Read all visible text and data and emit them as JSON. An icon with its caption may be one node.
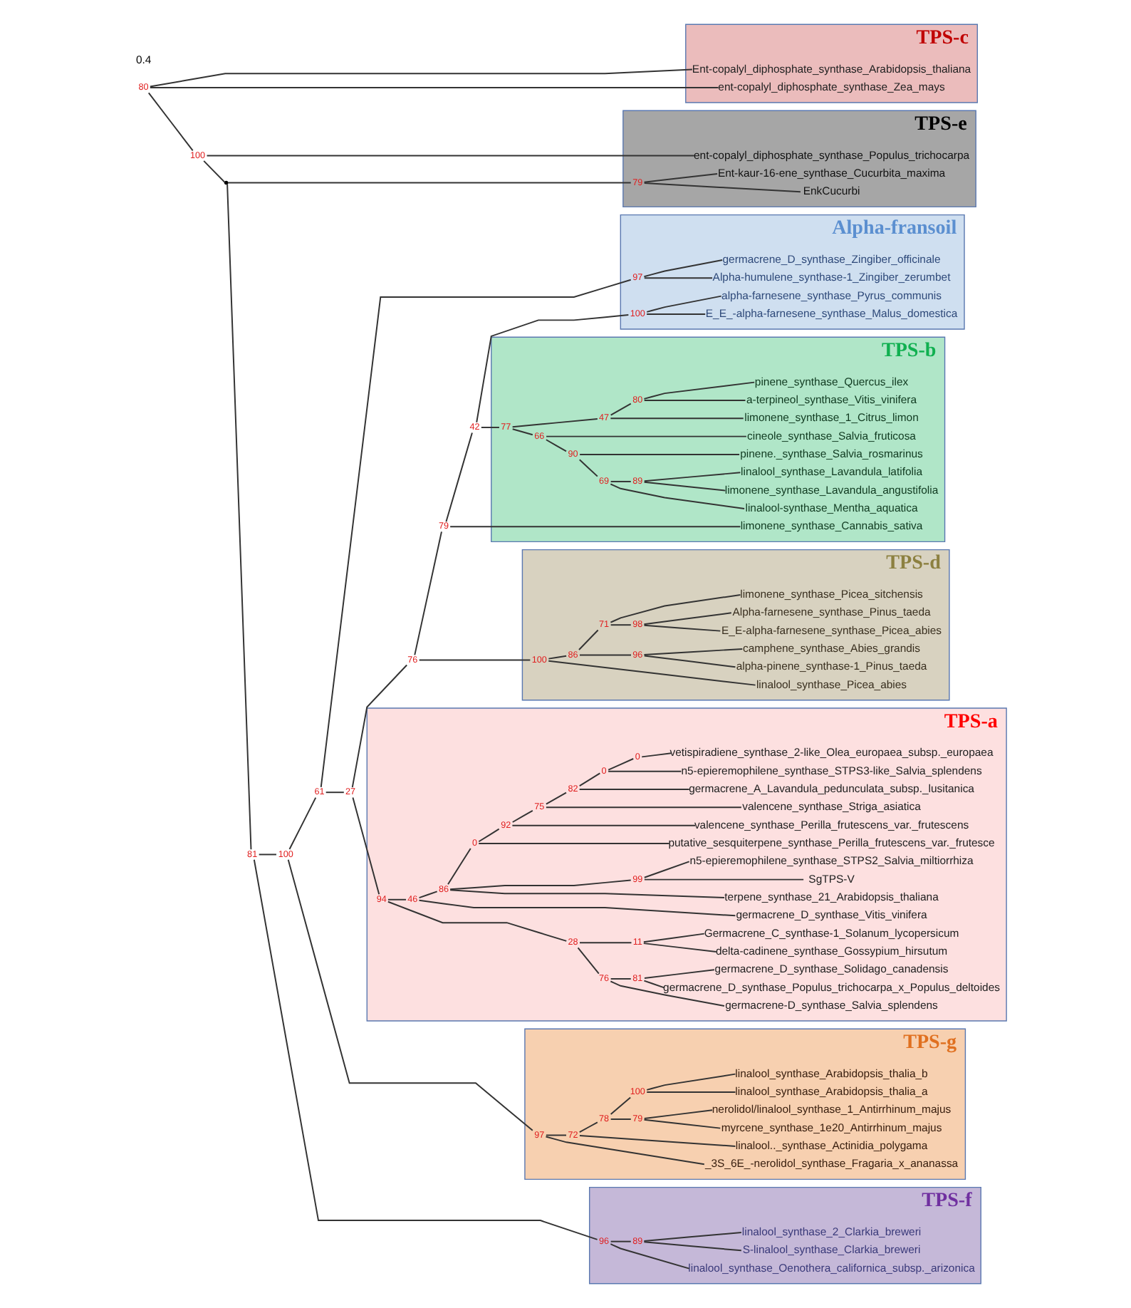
{
  "diagram": {
    "nodes": [
      {
        "text": [
          "TPS-c"
        ]
      },
      {
        "text": [
          "Ent-copalyl_diphosphate_synthase_Arabidopsis_thaliana"
        ],
        "in": 0
      },
      {
        "text": [
          "ent-copalyl_diphosphate_synthase_Zea_mays"
        ],
        "in": 0
      },
      {
        "text": [
          "TPS-e"
        ]
      },
      {
        "text": [
          "ent-copalyl_diphosphate_synthase_Populus_trichocarpa"
        ],
        "in": 3
      },
      {
        "text": [
          "EnkCucurbi"
        ],
        "in": 3
      },
      {
        "text": [
          "Ent-kaur-16-ene_synthase_Cucurbita_maxima"
        ],
        "in": 3
      },
      {
        "text": [
          "TPS-f"
        ]
      },
      {
        "text": [
          "linalool_synthase_Oenothera_californica_subsp._arizonica"
        ],
        "in": 7
      },
      {
        "text": [
          "S-linalool_synthase_Clarkia_breweri"
        ],
        "in": 7
      },
      {
        "text": [
          "linalool_synthase_2_Clarkia_breweri"
        ],
        "in": 7
      },
      {
        "text": [
          "TPS-g"
        ]
      },
      {
        "text": [
          "_3S_6E_-nerolidol_synthase_Fragaria_x_ananassa"
        ],
        "in": 11
      },
      {
        "text": [
          "linalool.._synthase_Actinidia_polygama"
        ],
        "in": 11
      },
      {
        "text": [
          "myrcene_synthase_1e20_Antirrhinum_majus"
        ],
        "in": 11
      },
      {
        "text": [
          "nerolidol/linalool_synthase_1_Antirrhinum_majus"
        ],
        "in": 11
      },
      {
        "text": [
          "linalool_synthase_Arabidopsis_thalia_a"
        ],
        "in": 11
      },
      {
        "text": [
          "linalool_synthase_Arabidopsis_thalia_b"
        ],
        "in": 11
      },
      {
        "text": [
          "Alpha-fransoil"
        ]
      },
      {
        "text": [
          "Alpha-humulene_synthase-1_Zingiber_zerumbet"
        ],
        "in": 18
      },
      {
        "text": [
          "germacrene_D_synthase_Zingiber_officinale"
        ],
        "in": 18
      },
      {
        "text": [
          "E_E_-alpha-farnesene_synthase_Malus_domestica"
        ],
        "in": 18
      },
      {
        "text": [
          "alpha-farnesene_synthase_Pyrus_communis"
        ],
        "in": 18
      },
      {
        "text": [
          "TPS-b"
        ]
      },
      {
        "text": [
          "cineole_synthase_Salvia_fruticosa"
        ],
        "in": 23
      },
      {
        "text": [
          "pinene._synthase_Salvia_rosmarinus"
        ],
        "in": 23
      },
      {
        "text": [
          "linalool-synthase_Mentha_aquatica"
        ],
        "in": 23
      },
      {
        "text": [
          "limonene_synthase_Lavandula_angustifolia"
        ],
        "in": 23
      },
      {
        "text": [
          "linalool_synthase_Lavandula_latifolia"
        ],
        "in": 23
      },
      {
        "text": [
          "limonene_synthase_1_Citrus_limon"
        ],
        "in": 23
      },
      {
        "text": [
          "a-terpineol_synthase_Vitis_vinifera"
        ],
        "in": 23
      },
      {
        "text": [
          "pinene_synthase_Quercus_ilex"
        ],
        "in": 23
      },
      {
        "text": [
          "limonene_synthase_Cannabis_sativa"
        ],
        "in": 23
      },
      {
        "text": [
          "TPS-d"
        ]
      },
      {
        "text": [
          "linalool_synthase_Picea_abies"
        ],
        "in": 33
      },
      {
        "text": [
          "E_E-alpha-farnesene_synthase_Picea_abies"
        ],
        "in": 33
      },
      {
        "text": [
          "Alpha-farnesene_synthase_Pinus_taeda"
        ],
        "in": 33
      },
      {
        "text": [
          "limonene_synthase_Picea_sitchensis"
        ],
        "in": 33
      },
      {
        "text": [
          "alpha-pinene_synthase-1_Pinus_taeda"
        ],
        "in": 33
      },
      {
        "text": [
          "camphene_synthase_Abies_grandis"
        ],
        "in": 33
      },
      {
        "text": [
          "TPS-a"
        ]
      },
      {
        "text": [
          "germacrene-D_synthase_Salvia_splendens"
        ],
        "in": 40
      },
      {
        "text": [
          "germacrene_D_synthase_Populus_trichocarpa_x_Populus_deltoides"
        ],
        "in": 40
      },
      {
        "text": [
          "germacrene_D_synthase_Solidago_canadensis"
        ],
        "in": 40
      },
      {
        "text": [
          "delta-cadinene_synthase_Gossypium_hirsutum"
        ],
        "in": 40
      },
      {
        "text": [
          "Germacrene_C_synthase-1_Solanum_lycopersicum"
        ],
        "in": 40
      },
      {
        "text": [
          "germacrene_D_synthase_Vitis_vinifera"
        ],
        "in": 40
      },
      {
        "text": [
          "terpene_synthase_21_Arabidopsis_thaliana"
        ],
        "in": 40
      },
      {
        "text": [
          "SgTPS-V"
        ],
        "in": 40
      },
      {
        "text": [
          "n5-epieremophilene_synthase_STPS2_Salvia_miltiorrhiza"
        ],
        "in": 40
      },
      {
        "text": [
          "putative_sesquiterpene_synthase_Perilla_frutescens_var._frutesce"
        ],
        "in": 40
      },
      {
        "text": [
          "valencene_synthase_Perilla_frutescens_var._frutescens"
        ],
        "in": 40
      },
      {
        "text": [
          "valencene_synthase_Striga_asiatica"
        ],
        "in": 40
      },
      {
        "text": [
          "germacrene_A_Lavandula_pedunculata_subsp._lusitanica"
        ],
        "in": 40
      },
      {
        "text": [
          "n5-epieremophilene_synthase_STPS3-like_Salvia_splendens"
        ],
        "in": 40
      },
      {
        "text": [
          "vetispiradiene_synthase_2-like_Olea_europaea_subsp._europaea"
        ],
        "in": 40
      },
      {
        "text": [],
        "shape": "point",
        "beside": [
          "80"
        ]
      },
      {
        "text": [],
        "shape": "point",
        "beside": [
          "100"
        ]
      },
      {
        "text": [],
        "shape": "point"
      },
      {
        "text": [],
        "shape": "point",
        "beside": [
          "79"
        ],
        "in": 3
      },
      {
        "text": [],
        "shape": "point",
        "beside": [
          "81"
        ]
      },
      {
        "text": [],
        "shape": "point",
        "beside": [
          "96"
        ],
        "in": 7
      },
      {
        "text": [],
        "shape": "point",
        "beside": [
          "89"
        ],
        "in": 7
      },
      {
        "text": [],
        "shape": "point",
        "beside": [
          "100"
        ]
      },
      {
        "text": [],
        "shape": "point",
        "beside": [
          "97"
        ],
        "in": 11
      },
      {
        "text": [],
        "shape": "point",
        "beside": [
          "72"
        ],
        "in": 11
      },
      {
        "text": [],
        "shape": "point",
        "beside": [
          "78"
        ],
        "in": 11
      },
      {
        "text": [],
        "shape": "point",
        "beside": [
          "79"
        ],
        "in": 11
      },
      {
        "text": [],
        "shape": "point",
        "beside": [
          "100"
        ],
        "in": 11
      },
      {
        "text": [],
        "shape": "point",
        "beside": [
          "61"
        ]
      },
      {
        "text": [],
        "shape": "point",
        "beside": [
          "97"
        ],
        "in": 18
      },
      {
        "text": [],
        "shape": "point",
        "beside": [
          "27"
        ]
      },
      {
        "text": [],
        "shape": "point",
        "beside": [
          "76"
        ]
      },
      {
        "text": [],
        "shape": "point",
        "beside": [
          "79"
        ]
      },
      {
        "text": [],
        "shape": "point",
        "beside": [
          "42"
        ]
      },
      {
        "text": [],
        "shape": "point",
        "beside": [
          "100"
        ],
        "in": 18
      },
      {
        "text": [],
        "shape": "point",
        "beside": [
          "77"
        ],
        "in": 23
      },
      {
        "text": [],
        "shape": "point",
        "beside": [
          "66"
        ],
        "in": 23
      },
      {
        "text": [],
        "shape": "point",
        "beside": [
          "90"
        ],
        "in": 23
      },
      {
        "text": [],
        "shape": "point",
        "beside": [
          "69"
        ],
        "in": 23
      },
      {
        "text": [],
        "shape": "point",
        "beside": [
          "89"
        ],
        "in": 23
      },
      {
        "text": [],
        "shape": "point",
        "beside": [
          "47"
        ],
        "in": 23
      },
      {
        "text": [],
        "shape": "point",
        "beside": [
          "80"
        ],
        "in": 23
      },
      {
        "text": [],
        "shape": "point",
        "beside": [
          "100"
        ],
        "in": 33
      },
      {
        "text": [],
        "shape": "point",
        "beside": [
          "86"
        ],
        "in": 33
      },
      {
        "text": [],
        "shape": "point",
        "beside": [
          "71"
        ],
        "in": 33
      },
      {
        "text": [],
        "shape": "point",
        "beside": [
          "98"
        ],
        "in": 33
      },
      {
        "text": [],
        "shape": "point",
        "beside": [
          "96"
        ],
        "in": 33
      },
      {
        "text": [],
        "shape": "point",
        "beside": [
          "94"
        ],
        "in": 40
      },
      {
        "text": [],
        "shape": "point",
        "beside": [
          "28"
        ],
        "in": 40
      },
      {
        "text": [],
        "shape": "point",
        "beside": [
          "76"
        ],
        "in": 40
      },
      {
        "text": [],
        "shape": "point",
        "beside": [
          "81"
        ],
        "in": 40
      },
      {
        "text": [],
        "shape": "point",
        "beside": [
          "11"
        ],
        "in": 40
      },
      {
        "text": [],
        "shape": "point",
        "beside": [
          "46"
        ],
        "in": 40
      },
      {
        "text": [],
        "shape": "point",
        "beside": [
          "86"
        ],
        "in": 40
      },
      {
        "text": [],
        "shape": "point",
        "beside": [
          "99"
        ],
        "in": 40
      },
      {
        "text": [],
        "shape": "point",
        "beside": [
          "0"
        ],
        "in": 40
      },
      {
        "text": [],
        "shape": "point",
        "beside": [
          "92"
        ],
        "in": 40
      },
      {
        "text": [],
        "shape": "point",
        "beside": [
          "75"
        ],
        "in": 40
      },
      {
        "text": [],
        "shape": "point",
        "beside": [
          "82"
        ],
        "in": 40
      },
      {
        "text": [],
        "shape": "point",
        "beside": [
          "0"
        ],
        "in": 40
      },
      {
        "text": [],
        "shape": "point",
        "beside": [
          "0"
        ],
        "in": 40
      }
    ],
    "edges": [
      {
        "from": 56,
        "to": 1,
        "arrow": "none"
      },
      {
        "from": 56,
        "to": 2,
        "arrow": "none"
      },
      {
        "from": 56,
        "to": 57,
        "arrow": "none"
      },
      {
        "from": 57,
        "to": 4,
        "arrow": "none"
      },
      {
        "from": 57,
        "to": 58,
        "arrow": "none"
      },
      {
        "from": 58,
        "to": 59,
        "arrow": "none"
      },
      {
        "from": 58,
        "to": 60,
        "arrow": "none"
      },
      {
        "from": 59,
        "to": 5,
        "arrow": "none"
      },
      {
        "from": 59,
        "to": 6,
        "arrow": "none"
      },
      {
        "from": 60,
        "to": 61,
        "arrow": "none"
      },
      {
        "from": 60,
        "to": 63,
        "arrow": "none"
      },
      {
        "from": 61,
        "to": 8,
        "arrow": "none"
      },
      {
        "from": 61,
        "to": 62,
        "arrow": "none"
      },
      {
        "from": 62,
        "to": 9,
        "arrow": "none"
      },
      {
        "from": 62,
        "to": 10,
        "arrow": "none"
      },
      {
        "from": 63,
        "to": 64,
        "arrow": "none"
      },
      {
        "from": 63,
        "to": 69,
        "arrow": "none"
      },
      {
        "from": 64,
        "to": 12,
        "arrow": "none"
      },
      {
        "from": 64,
        "to": 65,
        "arrow": "none"
      },
      {
        "from": 65,
        "to": 13,
        "arrow": "none"
      },
      {
        "from": 65,
        "to": 66,
        "arrow": "none"
      },
      {
        "from": 66,
        "to": 67,
        "arrow": "none"
      },
      {
        "from": 66,
        "to": 68,
        "arrow": "none"
      },
      {
        "from": 67,
        "to": 14,
        "arrow": "none"
      },
      {
        "from": 67,
        "to": 15,
        "arrow": "none"
      },
      {
        "from": 68,
        "to": 16,
        "arrow": "none"
      },
      {
        "from": 68,
        "to": 17,
        "arrow": "none"
      },
      {
        "from": 69,
        "to": 70,
        "arrow": "none"
      },
      {
        "from": 69,
        "to": 71,
        "arrow": "none"
      },
      {
        "from": 70,
        "to": 19,
        "arrow": "none"
      },
      {
        "from": 70,
        "to": 20,
        "arrow": "none"
      },
      {
        "from": 71,
        "to": 72,
        "arrow": "none"
      },
      {
        "from": 71,
        "to": 88,
        "arrow": "none"
      },
      {
        "from": 72,
        "to": 73,
        "arrow": "none"
      },
      {
        "from": 72,
        "to": 83,
        "arrow": "none"
      },
      {
        "from": 73,
        "to": 74,
        "arrow": "none"
      },
      {
        "from": 73,
        "to": 32,
        "arrow": "none"
      },
      {
        "from": 74,
        "to": 75,
        "arrow": "none"
      },
      {
        "from": 74,
        "to": 76,
        "arrow": "none"
      },
      {
        "from": 75,
        "to": 21,
        "arrow": "none"
      },
      {
        "from": 75,
        "to": 22,
        "arrow": "none"
      },
      {
        "from": 76,
        "to": 77,
        "arrow": "none"
      },
      {
        "from": 76,
        "to": 81,
        "arrow": "none"
      },
      {
        "from": 77,
        "to": 24,
        "arrow": "none"
      },
      {
        "from": 77,
        "to": 78,
        "arrow": "none"
      },
      {
        "from": 78,
        "to": 25,
        "arrow": "none"
      },
      {
        "from": 78,
        "to": 79,
        "arrow": "none"
      },
      {
        "from": 79,
        "to": 26,
        "arrow": "none"
      },
      {
        "from": 79,
        "to": 80,
        "arrow": "none"
      },
      {
        "from": 80,
        "to": 27,
        "arrow": "none"
      },
      {
        "from": 80,
        "to": 28,
        "arrow": "none"
      },
      {
        "from": 81,
        "to": 29,
        "arrow": "none"
      },
      {
        "from": 81,
        "to": 82,
        "arrow": "none"
      },
      {
        "from": 82,
        "to": 30,
        "arrow": "none"
      },
      {
        "from": 82,
        "to": 31,
        "arrow": "none"
      },
      {
        "from": 83,
        "to": 34,
        "arrow": "none"
      },
      {
        "from": 83,
        "to": 84,
        "arrow": "none"
      },
      {
        "from": 84,
        "to": 85,
        "arrow": "none"
      },
      {
        "from": 84,
        "to": 87,
        "arrow": "none"
      },
      {
        "from": 85,
        "to": 86,
        "arrow": "none"
      },
      {
        "from": 85,
        "to": 37,
        "arrow": "none"
      },
      {
        "from": 86,
        "to": 35,
        "arrow": "none"
      },
      {
        "from": 86,
        "to": 36,
        "arrow": "none"
      },
      {
        "from": 87,
        "to": 38,
        "arrow": "none"
      },
      {
        "from": 87,
        "to": 39,
        "arrow": "none"
      },
      {
        "from": 88,
        "to": 89,
        "arrow": "none"
      },
      {
        "from": 88,
        "to": 93,
        "arrow": "none"
      },
      {
        "from": 89,
        "to": 90,
        "arrow": "none"
      },
      {
        "from": 89,
        "to": 92,
        "arrow": "none"
      },
      {
        "from": 90,
        "to": 41,
        "arrow": "none"
      },
      {
        "from": 90,
        "to": 91,
        "arrow": "none"
      },
      {
        "from": 91,
        "to": 42,
        "arrow": "none"
      },
      {
        "from": 91,
        "to": 43,
        "arrow": "none"
      },
      {
        "from": 92,
        "to": 44,
        "arrow": "none"
      },
      {
        "from": 92,
        "to": 45,
        "arrow": "none"
      },
      {
        "from": 93,
        "to": 46,
        "arrow": "none"
      },
      {
        "from": 93,
        "to": 94,
        "arrow": "none"
      },
      {
        "from": 94,
        "to": 47,
        "arrow": "none"
      },
      {
        "from": 94,
        "to": 95,
        "arrow": "none"
      },
      {
        "from": 94,
        "to": 96,
        "arrow": "none"
      },
      {
        "from": 95,
        "to": 48,
        "arrow": "none"
      },
      {
        "from": 95,
        "to": 49,
        "arrow": "none"
      },
      {
        "from": 96,
        "to": 50,
        "arrow": "none"
      },
      {
        "from": 96,
        "to": 97,
        "arrow": "none"
      },
      {
        "from": 97,
        "to": 51,
        "arrow": "none"
      },
      {
        "from": 97,
        "to": 98,
        "arrow": "none"
      },
      {
        "from": 98,
        "to": 52,
        "arrow": "none"
      },
      {
        "from": 98,
        "to": 99,
        "arrow": "none"
      },
      {
        "from": 99,
        "to": 53,
        "arrow": "none"
      },
      {
        "from": 99,
        "to": 100,
        "arrow": "none"
      },
      {
        "from": 100,
        "to": 54,
        "arrow": "none"
      },
      {
        "from": 100,
        "to": 101,
        "arrow": "none"
      },
      {
        "from": 101,
        "to": 55,
        "arrow": "none"
      }
    ],
    "labels": [
      "0.4"
    ]
  }
}
